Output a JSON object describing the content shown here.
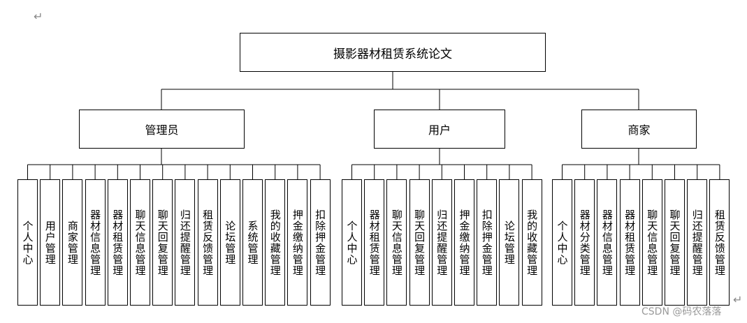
{
  "title": "摄影器材租赁系统论文",
  "return_mark": "↵",
  "watermark": "CSDN @码农落落",
  "roles": [
    {
      "name": "管理员",
      "children": [
        "个人中心",
        "用户管理",
        "商家管理",
        "器材信息管理",
        "器材租赁管理",
        "聊天信息管理",
        "聊天回复管理",
        "归还提醒管理",
        "租赁反馈管理",
        "论坛管理",
        "系统管理",
        "我的收藏管理",
        "押金缴纳管理",
        "扣除押金管理"
      ]
    },
    {
      "name": "用户",
      "children": [
        "个人中心",
        "器材租赁管理",
        "聊天信息管理",
        "聊天回复管理",
        "归还提醒管理",
        "押金缴纳管理",
        "扣除押金管理",
        "论坛管理",
        "我的收藏管理"
      ]
    },
    {
      "name": "商家",
      "children": [
        "个人中心",
        "器材分类管理",
        "器材信息管理",
        "器材租赁管理",
        "聊天信息管理",
        "聊天回复管理",
        "归还提醒管理",
        "租赁反馈管理"
      ]
    }
  ]
}
